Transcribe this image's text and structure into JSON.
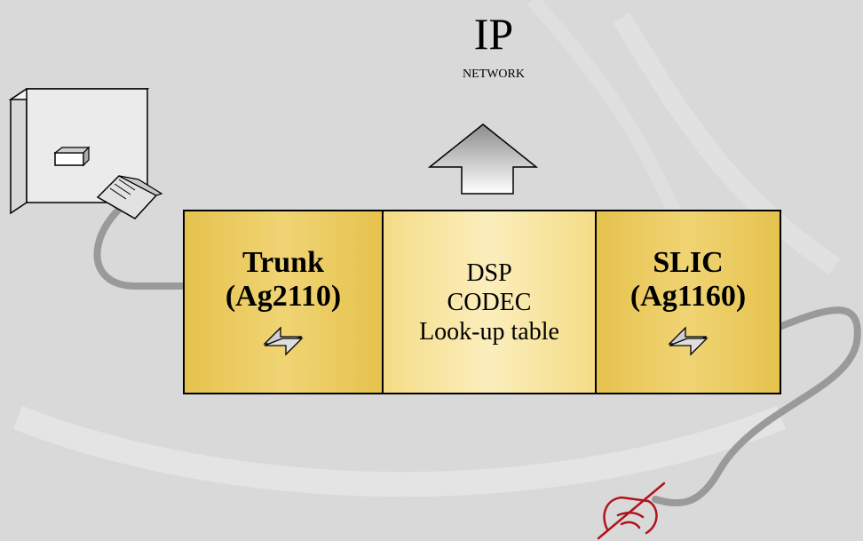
{
  "network": {
    "title": "IP",
    "subtitle": "NETWORK"
  },
  "block": {
    "trunk": {
      "name": "Trunk",
      "part": "(Ag2110)"
    },
    "dsp": {
      "lines": [
        "DSP",
        "CODEC",
        "Look-up table"
      ]
    },
    "slic": {
      "name": "SLIC",
      "part": "(Ag1160)"
    }
  },
  "icons": [
    "wall-jack-icon",
    "phone-plug-icon",
    "up-arrow-icon",
    "swap-arrows-icon",
    "hand-writing-icon"
  ],
  "colors": {
    "module": "#ecc95c",
    "center": "#f8e7a6",
    "cable": "#9a9a9a",
    "hand": "#b0141c"
  }
}
